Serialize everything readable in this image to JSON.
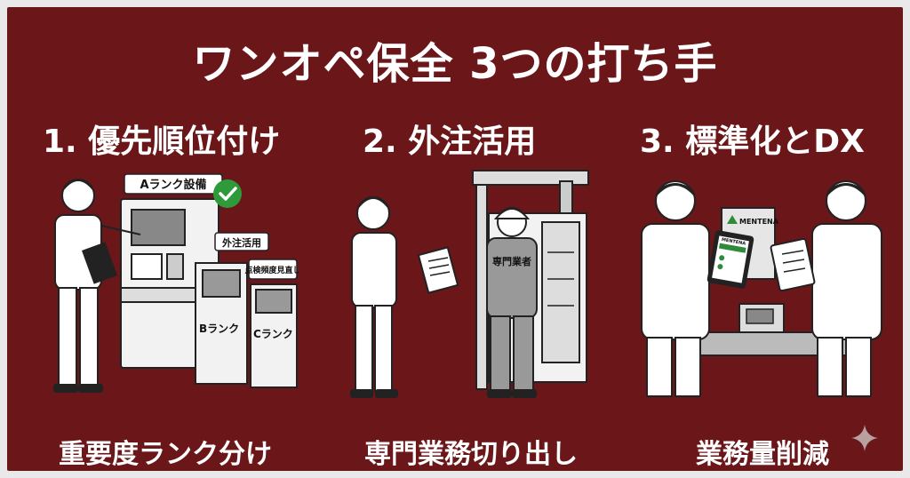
{
  "title": "ワンオペ保全 3つの打ち手",
  "columns": [
    {
      "heading": "1. 優先順位付け",
      "caption": "重要度ランク分け",
      "labels": {
        "a_rank": "Aランク設備",
        "outsource": "外注活用",
        "inspect": "点検頻度見直し",
        "b_rank": "Bランク",
        "c_rank": "Cランク"
      }
    },
    {
      "heading": "2. 外注活用",
      "caption": "専門業務切り出し",
      "labels": {
        "specialist": "専門業者"
      }
    },
    {
      "heading": "3. 標準化とDX",
      "caption": "業務量削減",
      "labels": {
        "brand": "MENTENA",
        "tablet_brand": "MENTENA"
      }
    }
  ],
  "icons": [
    "checkmark-icon",
    "sparkle-icon"
  ],
  "colors": {
    "background": "#6b1619",
    "text": "#ffffff",
    "check": "#2e9a3a",
    "logo_green": "#2e8b3a"
  }
}
